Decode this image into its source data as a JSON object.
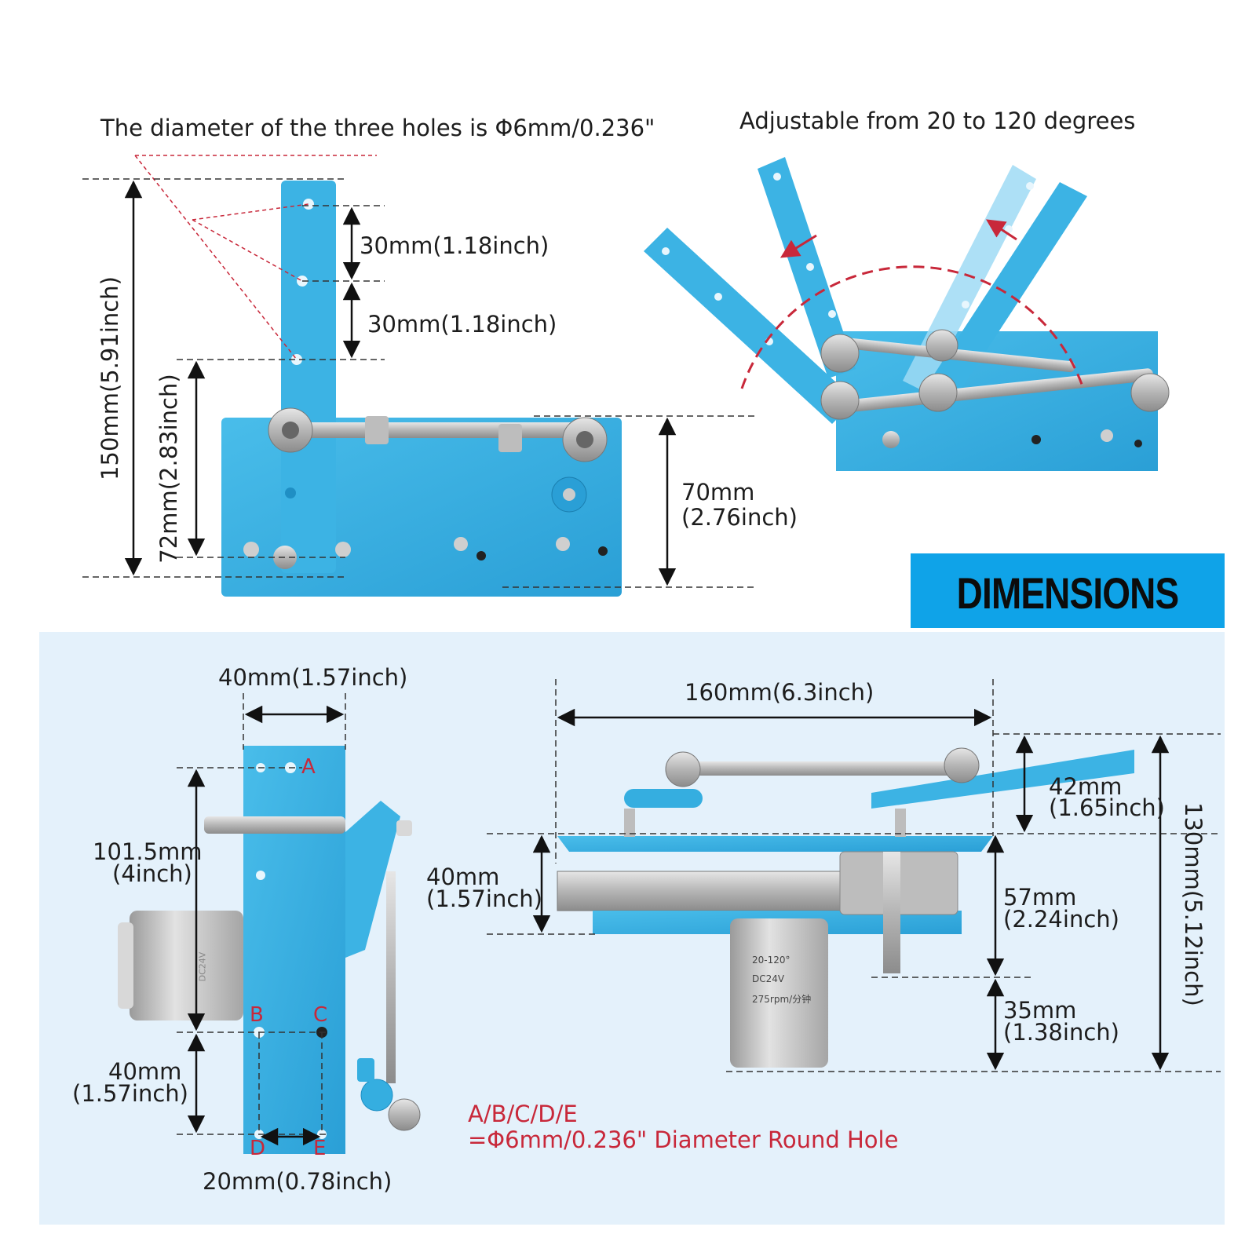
{
  "top_left": {
    "hole_note": "The diameter of the three holes is Φ6mm/0.236\"",
    "dim_30a": "30mm(1.18inch)",
    "dim_30b": "30mm(1.18inch)",
    "dim_150": "150mm(5.91inch)",
    "dim_72": "72mm(2.83inch)",
    "dim_70_line1": "70mm",
    "dim_70_line2": "(2.76inch)"
  },
  "top_right": {
    "caption": "Adjustable from 20 to 120 degrees"
  },
  "banner": {
    "label": "DIMENSIONS",
    "color": "#0fa3e8"
  },
  "bottom_left": {
    "dim_40_top": "40mm(1.57inch)",
    "dim_101_line1": "101.5mm",
    "dim_101_line2": "(4inch)",
    "dim_40_left_line1": "40mm",
    "dim_40_left_line2": "(1.57inch)",
    "dim_40_mid_line1": "40mm",
    "dim_40_mid_line2": "(1.57inch)",
    "dim_20": "20mm(0.78inch)",
    "hole_a": "A",
    "hole_b": "B",
    "hole_c": "C",
    "hole_d": "D",
    "hole_e": "E",
    "motor_label": "DC24V"
  },
  "bottom_right": {
    "dim_160": "160mm(6.3inch)",
    "dim_42_line1": "42mm",
    "dim_42_line2": "(1.65inch)",
    "dim_57_line1": "57mm",
    "dim_57_line2": "(2.24inch)",
    "dim_35_line1": "35mm",
    "dim_35_line2": "(1.38inch)",
    "dim_130": "130mm(5.12inch)",
    "motor_line1": "20-120°",
    "motor_line2": "DC24V",
    "motor_line3": "275rpm/分钟"
  },
  "hole_legend": {
    "line1": "A/B/C/D/E",
    "line2": "=Φ6mm/0.236\" Diameter Round Hole"
  },
  "colors": {
    "aluminum": "#35aee0",
    "aluminum_dark": "#1f8fc4",
    "panel_bg": "#e4f1fb",
    "accent_red": "#c8283a"
  }
}
